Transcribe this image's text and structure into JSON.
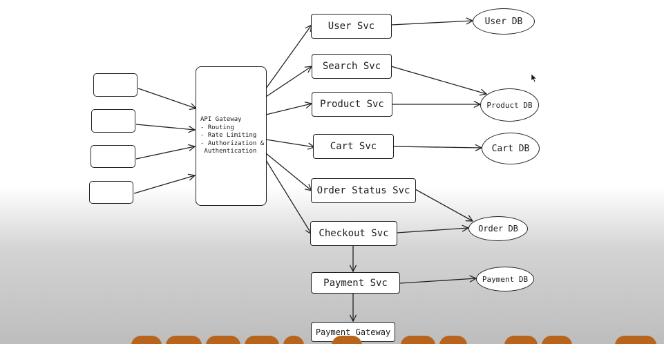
{
  "gateway": {
    "lines": [
      "API Gateway",
      "- Routing",
      "- Rate Limiting",
      "- Authorization &",
      " Authentication"
    ]
  },
  "services": {
    "user": "User Svc",
    "search": "Search Svc",
    "product": "Product Svc",
    "cart": "Cart Svc",
    "order_status": "Order Status Svc",
    "checkout": "Checkout Svc",
    "payment": "Payment Svc",
    "payment_gateway": "Payment Gateway"
  },
  "databases": {
    "user": "User DB",
    "product": "Product DB",
    "cart": "Cart DB",
    "order": "Order DB",
    "payment": "Payment DB"
  },
  "colors": {
    "stroke": "#222222",
    "overlay_text": "#b8641c"
  }
}
